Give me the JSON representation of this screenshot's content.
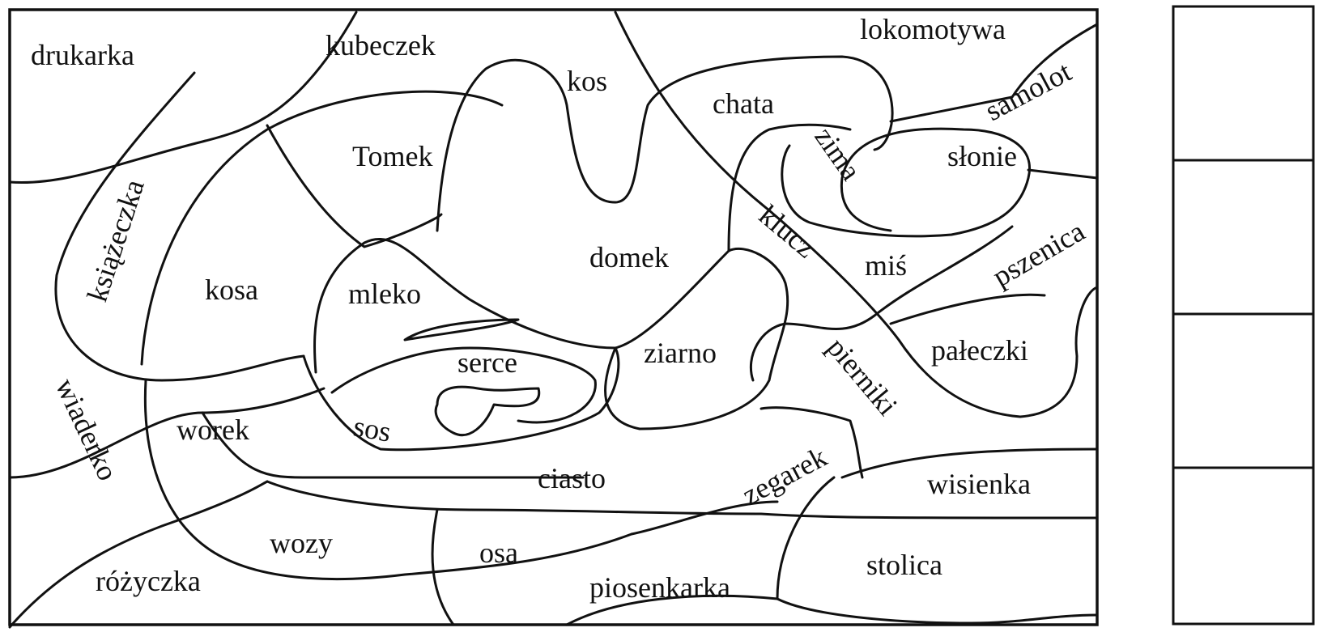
{
  "words": [
    "drukarka",
    "kubeczek",
    "lokomotywa",
    "kos",
    "chata",
    "samolot",
    "Tomek",
    "zima",
    "słonie",
    "książeczka",
    "klucz",
    "pszenica",
    "kosa",
    "mleko",
    "domek",
    "miś",
    "serce",
    "ziarno",
    "pierniki",
    "pałeczki",
    "wiaderko",
    "worek",
    "sos",
    "ciasto",
    "zegarek",
    "wisienka",
    "wozy",
    "osa",
    "stolica",
    "różyczka",
    "piosenkarka"
  ],
  "answer_boxes": [
    "",
    "",
    "",
    ""
  ]
}
